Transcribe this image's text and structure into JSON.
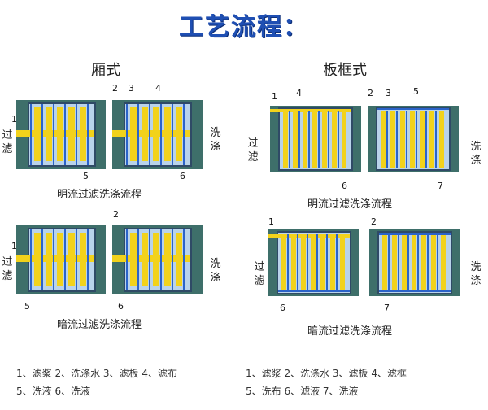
{
  "title": "工艺流程：",
  "left": {
    "heading": "厢式",
    "top_caption": "明流过滤洗涤流程",
    "bottom_caption": "暗流过滤洗涤流程",
    "filter_label": [
      "过",
      "滤"
    ],
    "wash_label": [
      "洗",
      "涤"
    ],
    "numbers": {
      "n1": "1",
      "n2": "2",
      "n3": "3",
      "n4": "4",
      "n5": "5",
      "n6": "6",
      "b1": "1",
      "b2": "2",
      "b5": "5",
      "b6": "6"
    },
    "legend_line1": "1、滤浆 2、洗涤水 3、滤板 4、滤布",
    "legend_line2": "5、洗液 6、洗液"
  },
  "right": {
    "heading": "板框式",
    "top_caption": "明流过滤洗涤流程",
    "bottom_caption": "暗流过滤洗涤流程",
    "filter_label": [
      "过",
      "滤"
    ],
    "wash_label": [
      "洗",
      "涤"
    ],
    "numbers": {
      "n1": "1",
      "n4": "4",
      "n2": "2",
      "n3": "3",
      "n5": "5",
      "n6": "6",
      "n7": "7",
      "b1": "1",
      "b2": "2",
      "b6": "6",
      "b7": "7"
    },
    "legend_line1": "1、滤浆 2、洗涤水 3、滤板 4、滤框",
    "legend_line2": "5、洗布 6、滤液    7、洗液"
  },
  "colors": {
    "frame": "#2f4a66",
    "hatch": "#3e6f6a",
    "slurry": "#f2d21b",
    "wash": "#2b63c9",
    "cloth": "#b9d3ea"
  }
}
